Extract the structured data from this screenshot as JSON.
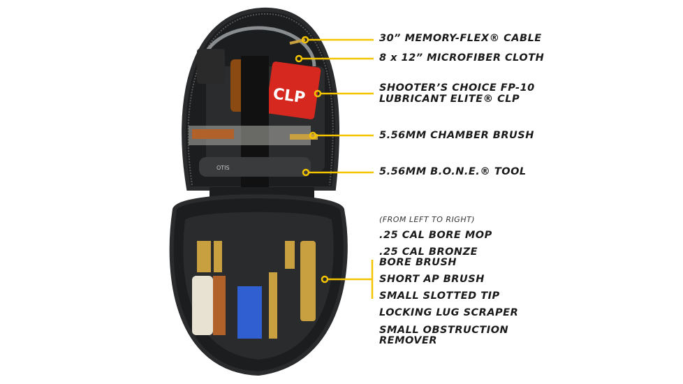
{
  "callouts_top": [
    {
      "text": "30” MEMORY-FLEX® CABLE"
    },
    {
      "text": "8 x 12” MICROFIBER CLOTH"
    },
    {
      "text": "SHOOTER’S CHOICE FP-10",
      "text2": "LUBRICANT ELITE® CLP"
    },
    {
      "text": "5.56MM CHAMBER BRUSH"
    },
    {
      "text": "5.56MM B.O.N.E.® TOOL"
    }
  ],
  "bottom_group": {
    "note": "(FROM LEFT TO RIGHT)",
    "items": [
      {
        "text": ".25 CAL BORE MOP"
      },
      {
        "text": ".25 CAL BRONZE",
        "text2": "BORE BRUSH"
      },
      {
        "text": "SHORT AP BRUSH"
      },
      {
        "text": "SMALL SLOTTED TIP"
      },
      {
        "text": "LOCKING LUG SCRAPER"
      },
      {
        "text": "SMALL OBSTRUCTION",
        "text2": "REMOVER"
      }
    ]
  },
  "product_labels": {
    "bottle": "CLP",
    "tool_brand": "OTIS"
  },
  "colors": {
    "callout": "#f5c400",
    "case": "#1c1d1f",
    "bottle": "#d6281e",
    "brass": "#c9a040",
    "blue_brush": "#2f5fd0"
  }
}
